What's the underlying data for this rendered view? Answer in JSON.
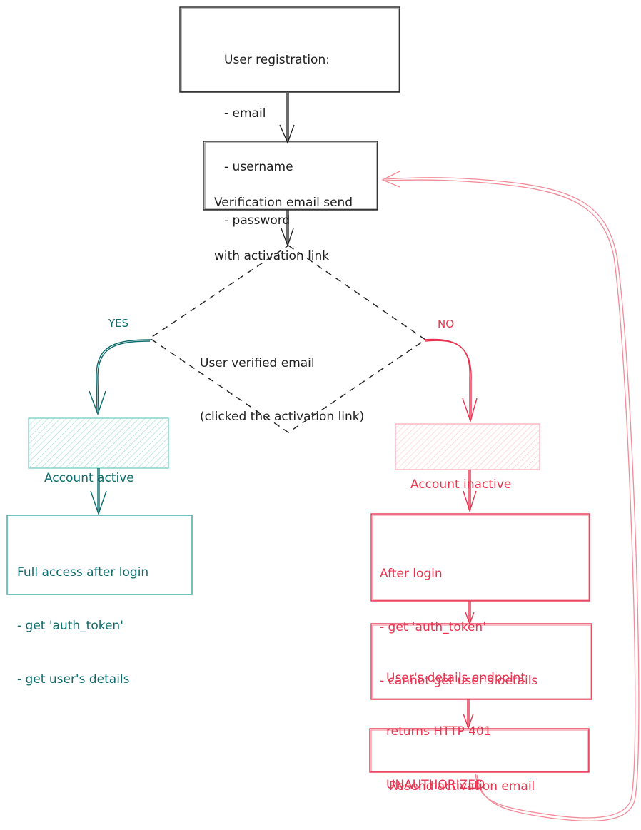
{
  "colors": {
    "ink": "#1e1e1e",
    "teal": "#0c6b6b",
    "teal_fill": "#c3eceb",
    "red": "#e8334f",
    "red_fill": "#ffd4da",
    "loop": "#f28a98"
  },
  "nodes": {
    "registration": {
      "lines": [
        "User registration:",
        "- email",
        "- username",
        "- password"
      ]
    },
    "verification_email": {
      "lines": [
        "Verification email send",
        "with activation link"
      ]
    },
    "decision": {
      "lines": [
        "User verified email",
        "(clicked the activation link)"
      ]
    },
    "account_active": {
      "lines": [
        "Account active"
      ]
    },
    "full_access": {
      "lines": [
        "Full access after login",
        "- get 'auth_token'",
        "- get user's details"
      ]
    },
    "account_inactive": {
      "lines": [
        "Account inactive"
      ]
    },
    "after_login": {
      "lines": [
        "After login",
        "- get 'auth_token'",
        "- cannot get user's details"
      ]
    },
    "details_endpoint": {
      "lines": [
        "User's details endpoint",
        "returns HTTP 401",
        "UNAUTHORIZED"
      ]
    },
    "resend": {
      "lines": [
        "Resend activation email"
      ]
    }
  },
  "edges": {
    "yes_label": "YES",
    "no_label": "NO"
  }
}
